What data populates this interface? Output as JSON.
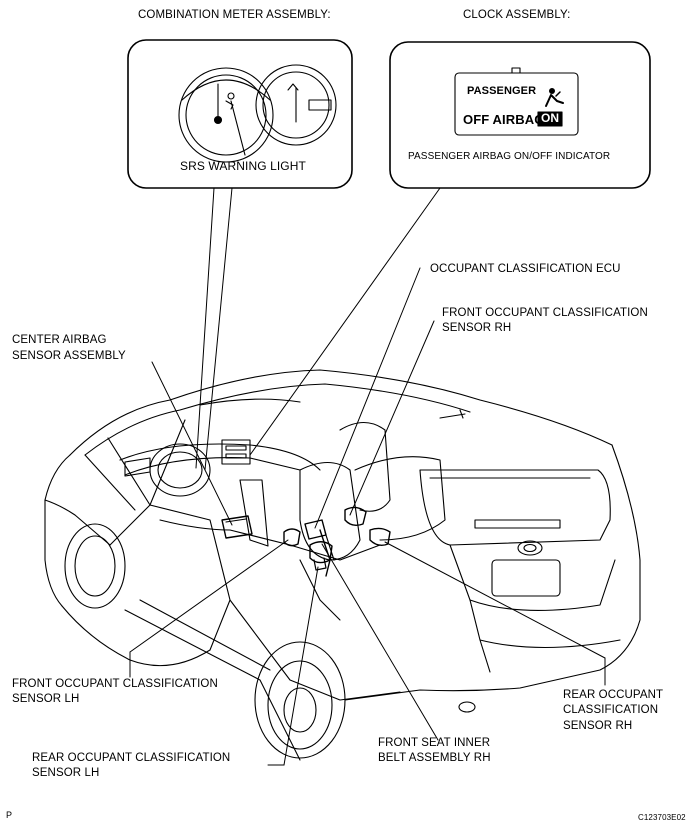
{
  "insets": {
    "meter_heading": "COMBINATION METER ASSEMBLY:",
    "clock_heading": "CLOCK ASSEMBLY:",
    "srs_warning_light": "SRS WARNING LIGHT",
    "indicator_caption": "PASSENGER AIRBAG ON/OFF INDICATOR",
    "display_passenger": "PASSENGER",
    "display_off_airbag": "OFF AIRBAG",
    "display_on": "ON"
  },
  "callouts": {
    "occupant_ecu": "OCCUPANT CLASSIFICATION ECU",
    "front_sensor_rh_1": "FRONT OCCUPANT CLASSIFICATION",
    "front_sensor_rh_2": "SENSOR RH",
    "center_airbag_1": "CENTER AIRBAG",
    "center_airbag_2": "SENSOR ASSEMBLY",
    "front_sensor_lh_1": "FRONT OCCUPANT CLASSIFICATION",
    "front_sensor_lh_2": "SENSOR LH",
    "rear_sensor_rh_1": "REAR OCCUPANT",
    "rear_sensor_rh_2": "CLASSIFICATION",
    "rear_sensor_rh_3": "SENSOR RH",
    "seat_belt_1": "FRONT SEAT INNER",
    "seat_belt_2": "BELT ASSEMBLY RH",
    "rear_sensor_lh_1": "REAR OCCUPANT CLASSIFICATION",
    "rear_sensor_lh_2": "SENSOR LH"
  },
  "footer": {
    "left_code": "P",
    "figure_code": "C123703E02"
  }
}
